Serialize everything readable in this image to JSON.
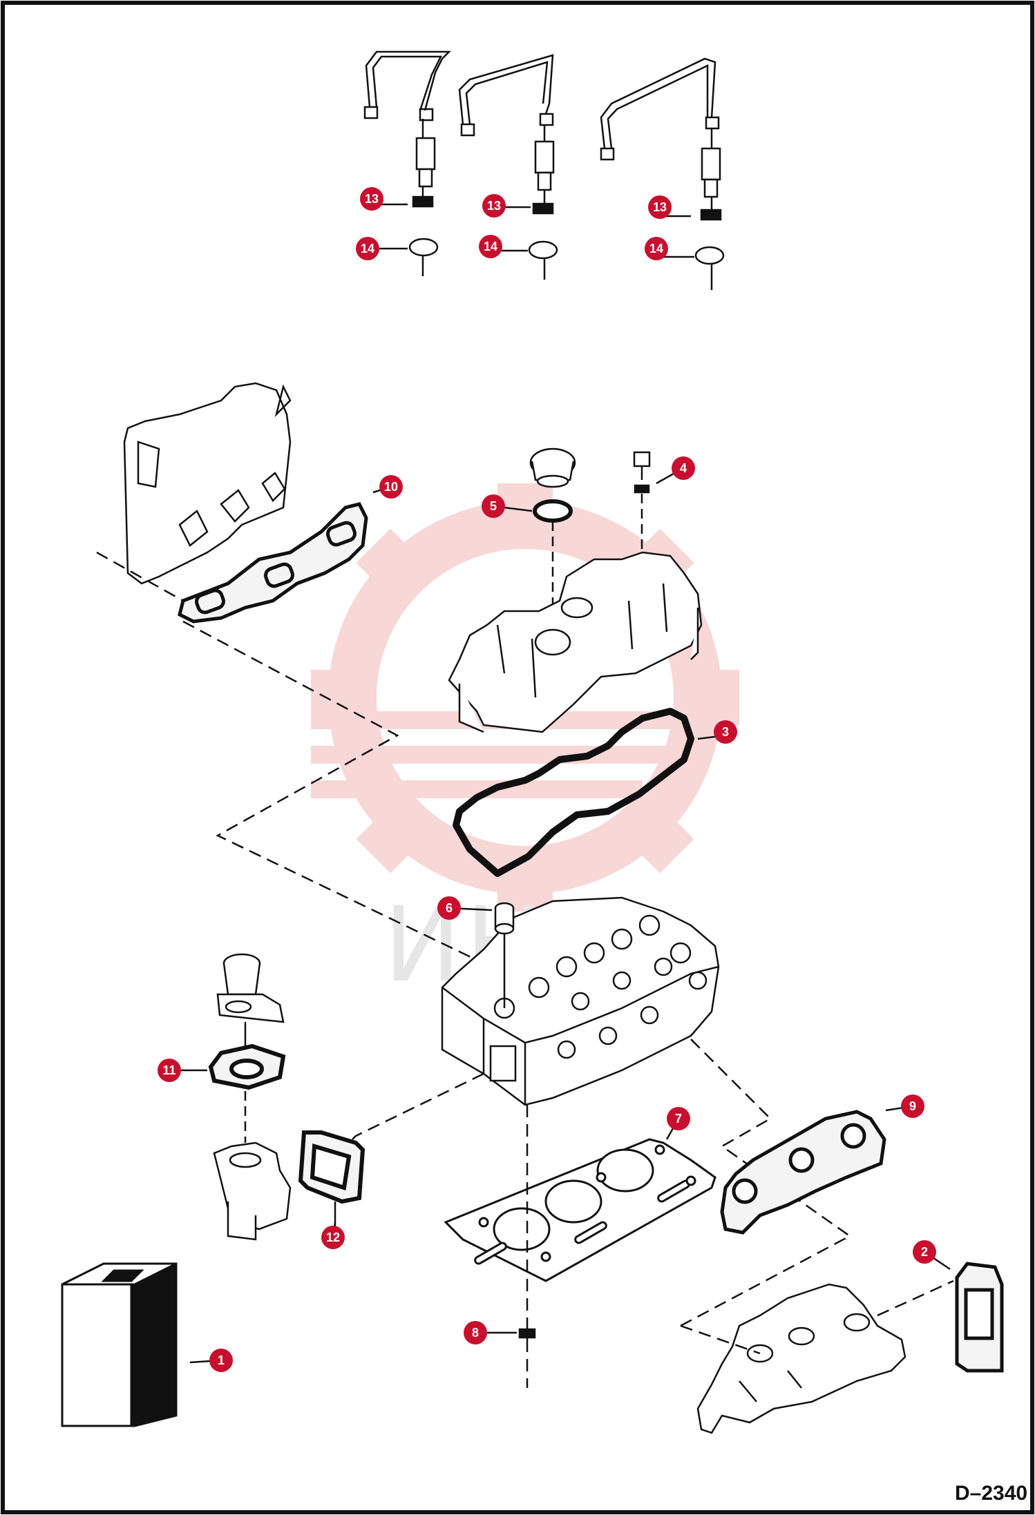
{
  "drawing_id": "D–2340",
  "watermark_text": "ИНТ",
  "colors": {
    "callout": "#c8102e",
    "line": "#111111",
    "watermark": "#f3b7b7"
  },
  "callouts": [
    {
      "id": "c13a",
      "label": "13"
    },
    {
      "id": "c13b",
      "label": "13"
    },
    {
      "id": "c13c",
      "label": "13"
    },
    {
      "id": "c14a",
      "label": "14"
    },
    {
      "id": "c14b",
      "label": "14"
    },
    {
      "id": "c14c",
      "label": "14"
    },
    {
      "id": "c10",
      "label": "10"
    },
    {
      "id": "c5",
      "label": "5"
    },
    {
      "id": "c4",
      "label": "4"
    },
    {
      "id": "c3",
      "label": "3"
    },
    {
      "id": "c6",
      "label": "6"
    },
    {
      "id": "c11",
      "label": "11"
    },
    {
      "id": "c9",
      "label": "9"
    },
    {
      "id": "c7",
      "label": "7"
    },
    {
      "id": "c12",
      "label": "12"
    },
    {
      "id": "c2",
      "label": "2"
    },
    {
      "id": "c8",
      "label": "8"
    },
    {
      "id": "c1",
      "label": "1"
    }
  ]
}
